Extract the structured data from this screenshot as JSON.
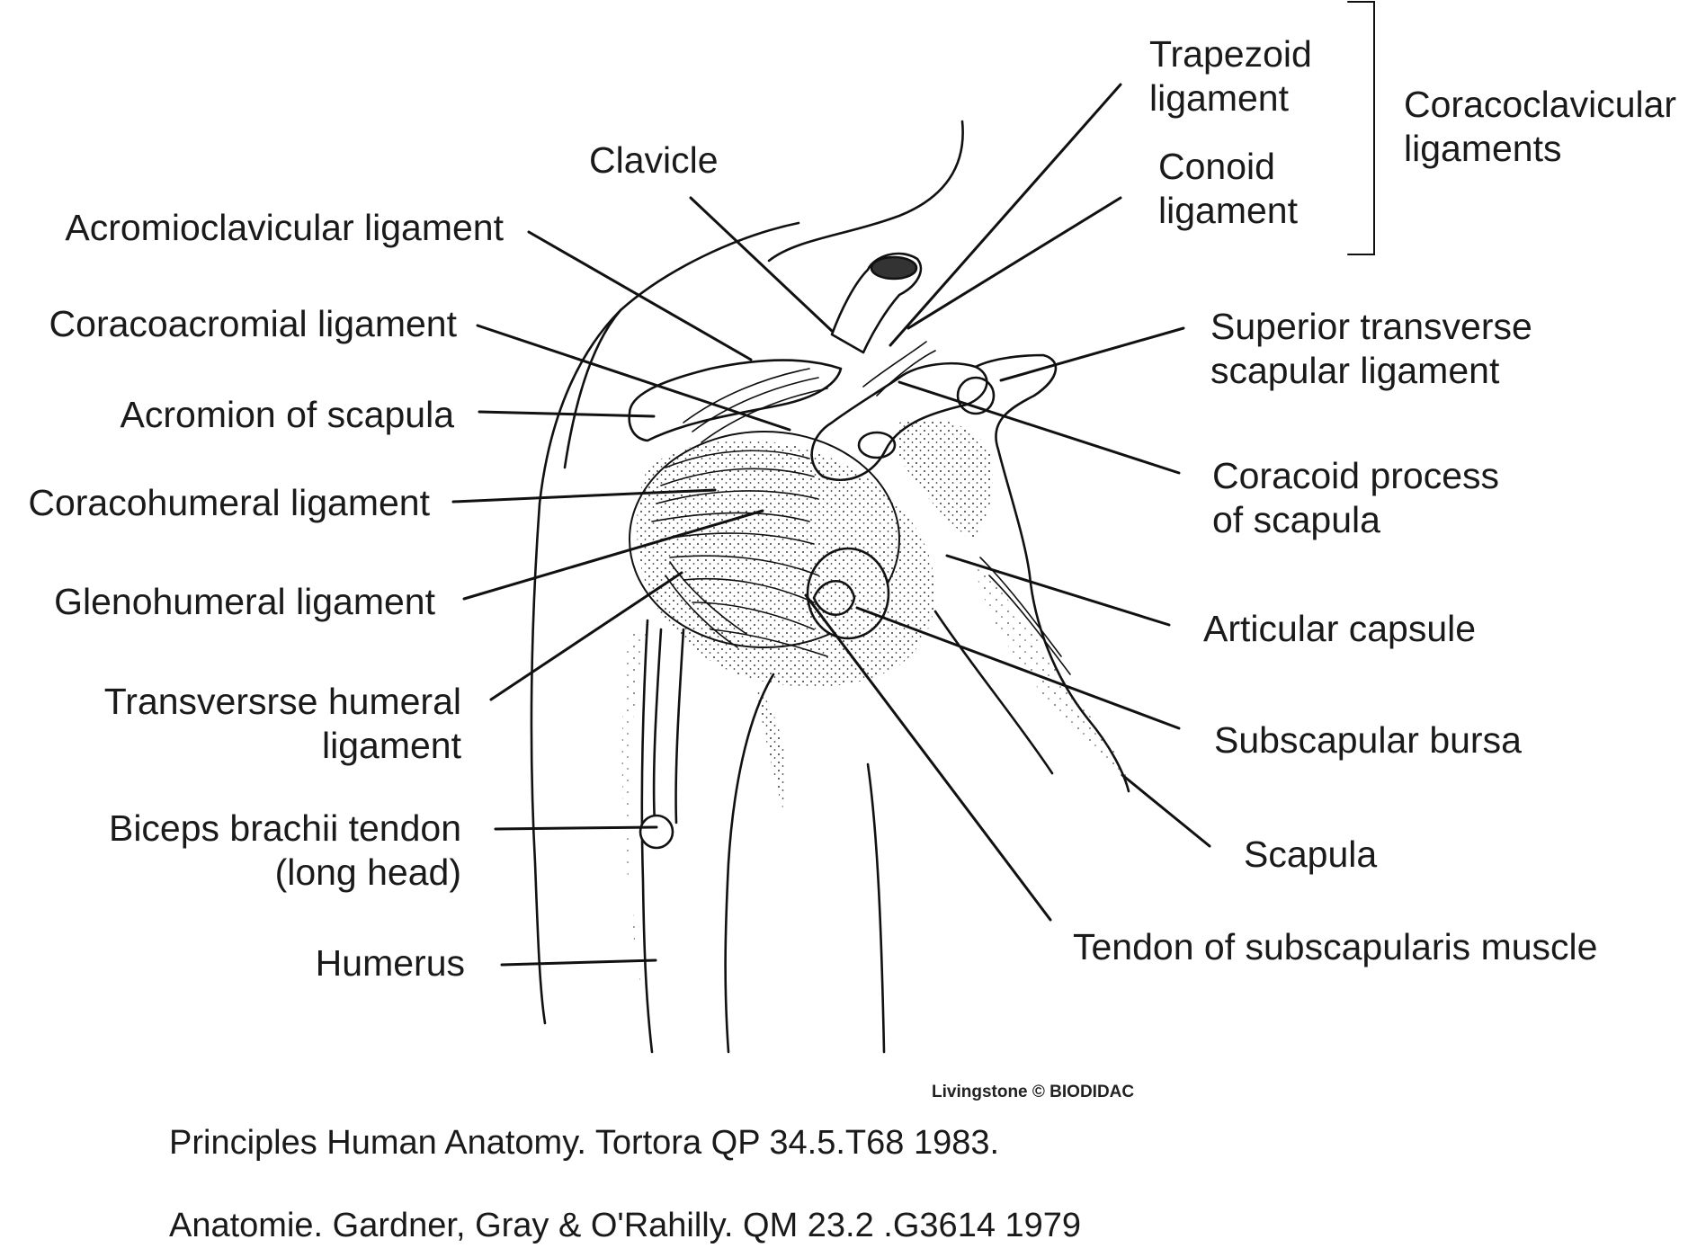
{
  "labels": {
    "trapezoid": "Trapezoid\nligament",
    "conoid": "Conoid\nligament",
    "coracoclavicular": "Coracoclavicular\nligaments",
    "clavicle": "Clavicle",
    "acromioclavicular": "Acromioclavicular ligament",
    "coracoacromial": "Coracoacromial ligament",
    "acromion": "Acromion of scapula",
    "coracohumeral": "Coracohumeral ligament",
    "glenohumeral": "Glenohumeral ligament",
    "transverse_humeral": "Transversrse humeral\nligament",
    "biceps": "Biceps brachii tendon\n(long head)",
    "humerus": "Humerus",
    "superior_transverse": "Superior transverse\nscapular ligament",
    "coracoid": "Coracoid process\nof scapula",
    "articular_capsule": "Articular capsule",
    "subscapular_bursa": "Subscapular bursa",
    "scapula": "Scapula",
    "subscapularis_tendon": "Tendon of subscapularis muscle"
  },
  "credit": "Livingstone © BIODIDAC",
  "references": [
    "Principles Human Anatomy. Tortora QP 34.5.T68 1983.",
    "Anatomie.  Gardner, Gray & O'Rahilly.  QM 23.2   .G3614  1979"
  ]
}
